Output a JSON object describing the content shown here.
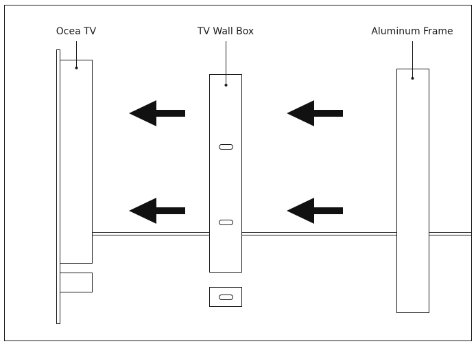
{
  "labels": {
    "tv": "Ocea TV",
    "wall_box": "TV Wall Box",
    "frame": "Aluminum Frame"
  },
  "colors": {
    "line": "#1a1a1a",
    "arrow": "#111111",
    "background": "#ffffff"
  },
  "arrows": {
    "direction": "left",
    "count": 4
  }
}
